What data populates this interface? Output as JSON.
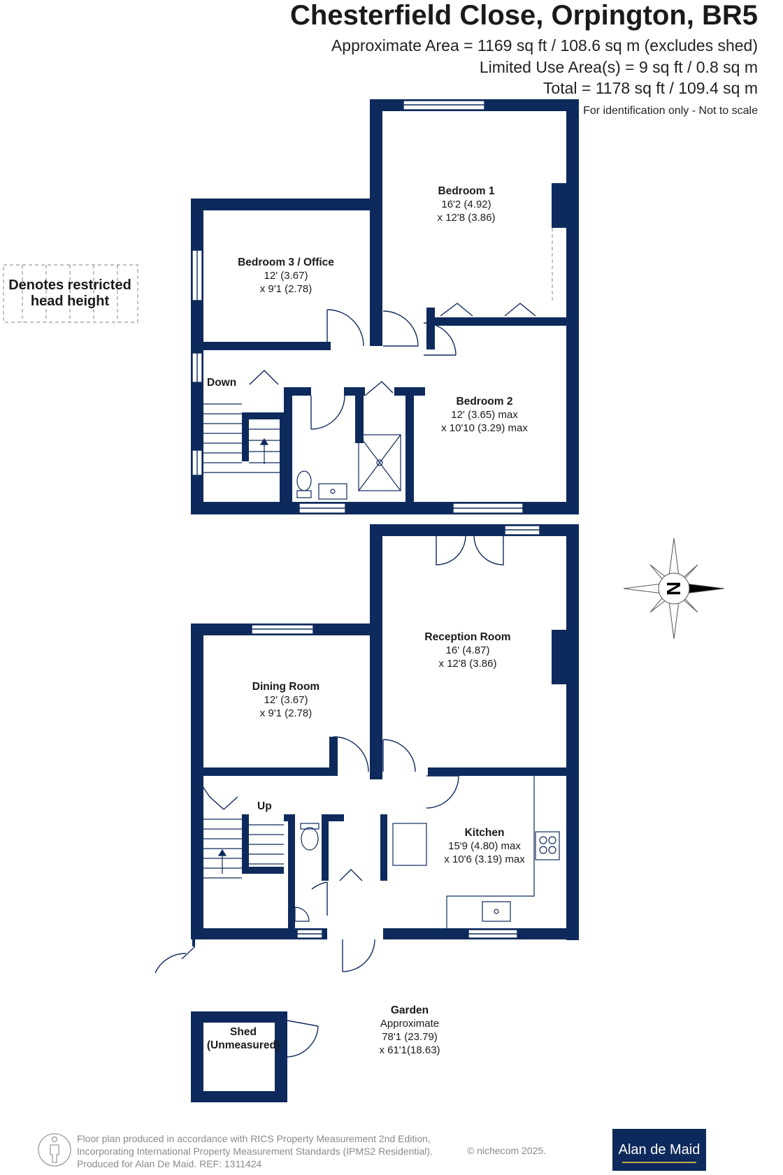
{
  "header": {
    "title": "Chesterfield Close, Orpington, BR5",
    "approx_area": "Approximate Area = 1169 sq ft / 108.6 sq m (excludes shed)",
    "limited_use": "Limited Use Area(s) = 9 sq ft / 0.8 sq m",
    "total": "Total = 1178 sq ft / 109.4 sq m",
    "note": "For identification only - Not to scale"
  },
  "legend": {
    "line1": "Denotes restricted",
    "line2": "head height"
  },
  "first_floor": {
    "bedroom1": {
      "name": "Bedroom 1",
      "dim1": "16'2 (4.92)",
      "dim2": "x 12'8 (3.86)"
    },
    "bedroom3": {
      "name": "Bedroom 3 / Office",
      "dim1": "12' (3.67)",
      "dim2": "x 9'1 (2.78)"
    },
    "bedroom2": {
      "name": "Bedroom 2",
      "dim1": "12' (3.65) max",
      "dim2": "x 10'10 (3.29) max"
    },
    "stairs_label": "Down"
  },
  "ground_floor": {
    "reception": {
      "name": "Reception Room",
      "dim1": "16' (4.87)",
      "dim2": "x 12'8 (3.86)"
    },
    "dining": {
      "name": "Dining Room",
      "dim1": "12' (3.67)",
      "dim2": "x 9'1 (2.78)"
    },
    "kitchen": {
      "name": "Kitchen",
      "dim1": "15'9 (4.80) max",
      "dim2": "x 10'6 (3.19) max"
    },
    "stairs_label": "Up",
    "garden": {
      "name": "Garden",
      "dim0": "Approximate",
      "dim1": "78'1 (23.79)",
      "dim2": "x 61'1(18.63)"
    },
    "shed": {
      "name1": "Shed",
      "name2": "(Unmeasured)"
    }
  },
  "compass": {
    "label": "N"
  },
  "footer": {
    "line1": "Floor plan produced in accordance with RICS Property Measurement 2nd Edition,",
    "line2": "Incorporating International Property Measurement Standards (IPMS2 Residential).",
    "line3": "Produced for Alan De Maid.   REF: 1311424",
    "copyright": "© nichecom 2025.",
    "brand": "Alan de Maid"
  },
  "colors": {
    "wall": "#0e2a5c",
    "brand": "#0e2a5c",
    "brand_accent": "#c9a84a"
  }
}
